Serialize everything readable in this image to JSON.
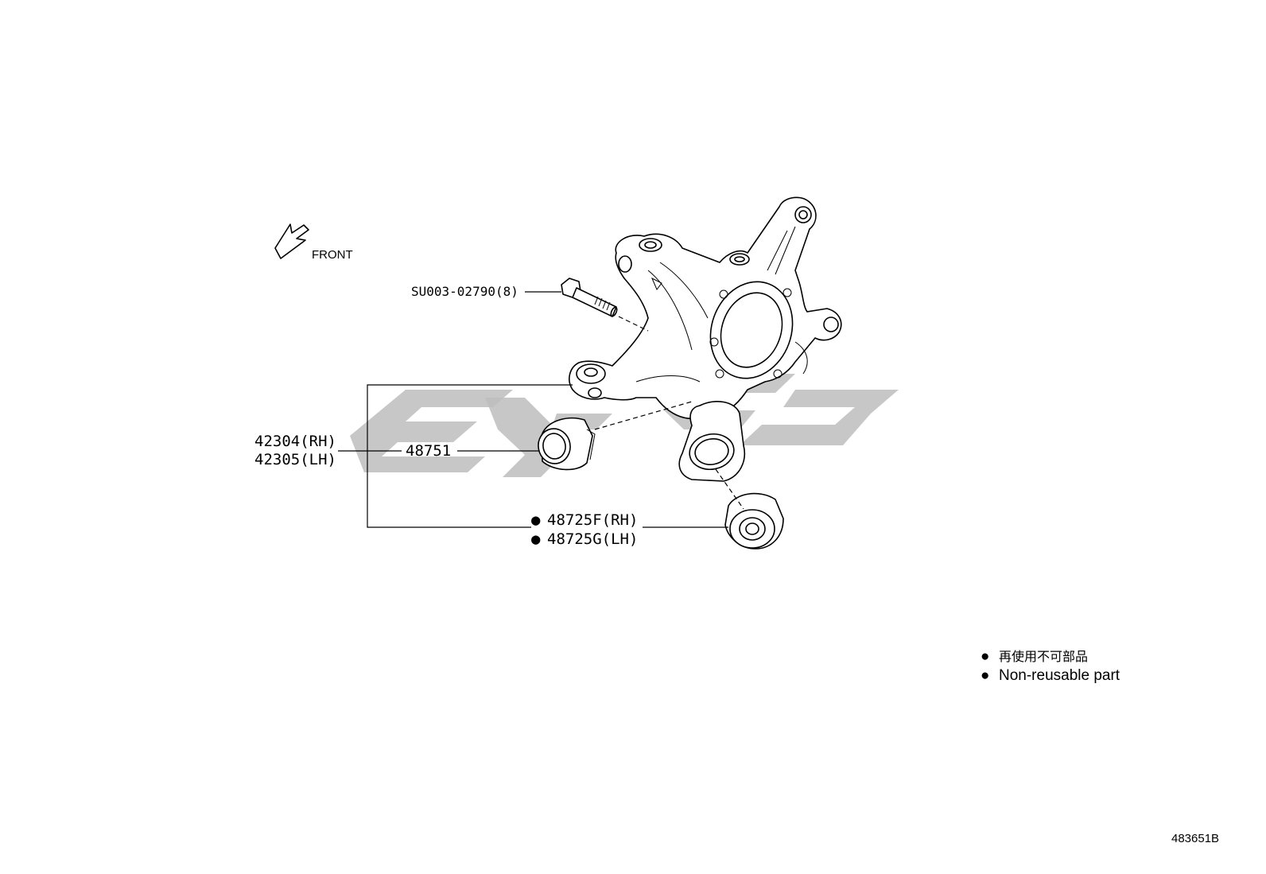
{
  "orientation": {
    "label": "FRONT"
  },
  "parts": {
    "bolt": "SU003-02790(8)",
    "knuckle_rh": "42304(RH)",
    "knuckle_lh": "42305(LH)",
    "bushing": "48751",
    "bushing_rh": "48725F(RH)",
    "bushing_lh": "48725G(LH)",
    "non_reusable_marker": "●"
  },
  "legend": {
    "marker": "●",
    "japanese": "再使用不可部品",
    "english": "Non-reusable part"
  },
  "diagram_id": "483651B",
  "colors": {
    "line": "#000000",
    "watermark": "#bdbdbd",
    "background": "#ffffff"
  }
}
